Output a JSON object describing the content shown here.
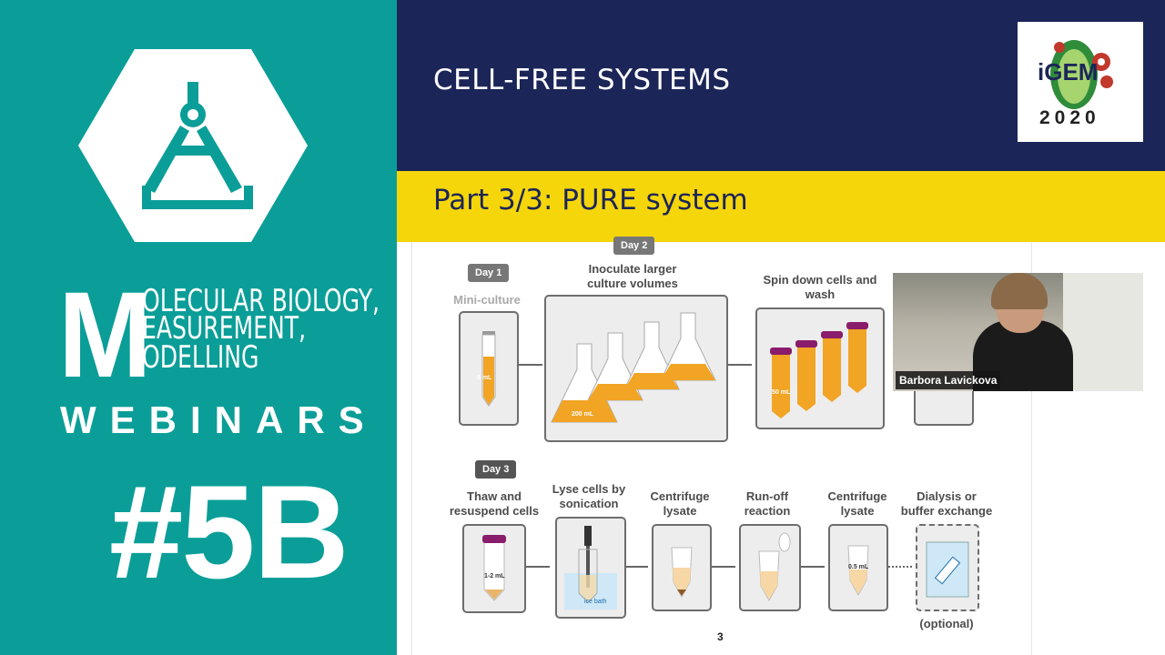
{
  "brand": {
    "line1_initial": "M",
    "line1": "OLECULAR BIOLOGY,",
    "line2": "EASUREMENT,",
    "line3": "ODELLING",
    "series": "WEBINARS",
    "number": "#5B"
  },
  "header": {
    "title": "CELL-FREE SYSTEMS",
    "subtitle": "Part 3/3: PURE system",
    "logo_text": "iGEM",
    "logo_year": "2020"
  },
  "slide": {
    "page_number": "3",
    "day1": {
      "badge": "Day 1",
      "label": "Mini-culture",
      "volume": "5 mL"
    },
    "day2": {
      "badge": "Day 2",
      "label": "Inoculate larger culture volumes",
      "volume": "200 mL"
    },
    "spin": {
      "label": "Spin down cells and wash",
      "volume": "50 mL"
    },
    "day3": {
      "badge": "Day 3"
    },
    "steps": [
      {
        "label": "Thaw and resuspend cells",
        "volume": "1-2 mL"
      },
      {
        "label": "Lyse cells by sonication",
        "volume": "ice bath"
      },
      {
        "label": "Centrifuge lysate",
        "volume": ""
      },
      {
        "label": "Run-off reaction",
        "volume": ""
      },
      {
        "label": "Centrifuge lysate",
        "volume": "0.5 mL"
      },
      {
        "label": "Dialysis or buffer exchange",
        "volume": ""
      }
    ],
    "optional": "(optional)"
  },
  "video": {
    "speaker": "Barbora Lavickova"
  },
  "colors": {
    "teal": "#0b9e98",
    "navy": "#1c2558",
    "yellow": "#f5d60a",
    "culture": "#f2a425"
  }
}
